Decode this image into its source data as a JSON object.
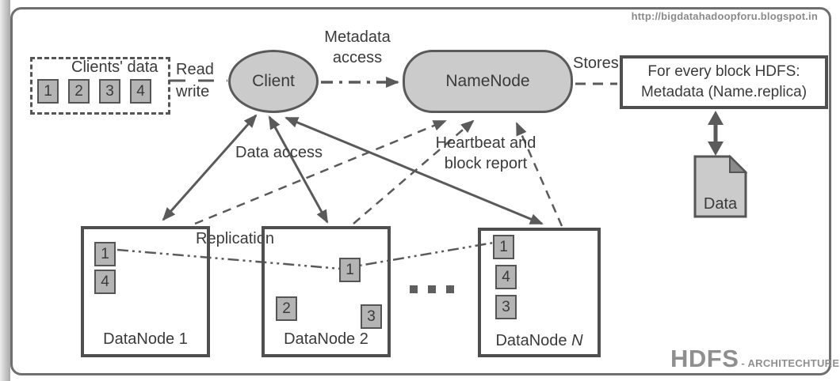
{
  "page": {
    "url": "http://bigdatahadoopforu.blogspot.in"
  },
  "watermark": {
    "title": "HDFS",
    "subtitle": "- ARCHITECHTURE"
  },
  "clients_data": {
    "label": "Clients' data",
    "blocks": [
      "1",
      "2",
      "3",
      "4"
    ]
  },
  "labels": {
    "read": "Read",
    "write": "write",
    "metadata_access_1": "Metadata",
    "metadata_access_2": "access",
    "stores": "Stores",
    "data_access": "Data access",
    "heartbeat_1": "Heartbeat and",
    "heartbeat_2": "block report",
    "replication": "Replication"
  },
  "client": {
    "label": "Client"
  },
  "namenode": {
    "label": "NameNode"
  },
  "metadata_box": {
    "line1": "For every block HDFS:",
    "line2": "Metadata (Name.replica)"
  },
  "data_file": {
    "label": "Data"
  },
  "datanodes": [
    {
      "label": "DataNode 1",
      "blocks": [
        "1",
        "4"
      ]
    },
    {
      "label": "DataNode 2",
      "blocks": [
        "1",
        "2",
        "3"
      ]
    },
    {
      "label_prefix": "DataNode ",
      "label_n": "N",
      "blocks": [
        "1",
        "4",
        "3"
      ]
    }
  ],
  "colors": {
    "line": "#5a5a5a",
    "box_border": "#4f4f4f",
    "shape_fill": "#cbcbcb",
    "block_fill": "#b4b4b4",
    "text": "#3a3a3a",
    "watermark_gray": "#8f8f8f",
    "url_gray": "#8a8a8a"
  }
}
